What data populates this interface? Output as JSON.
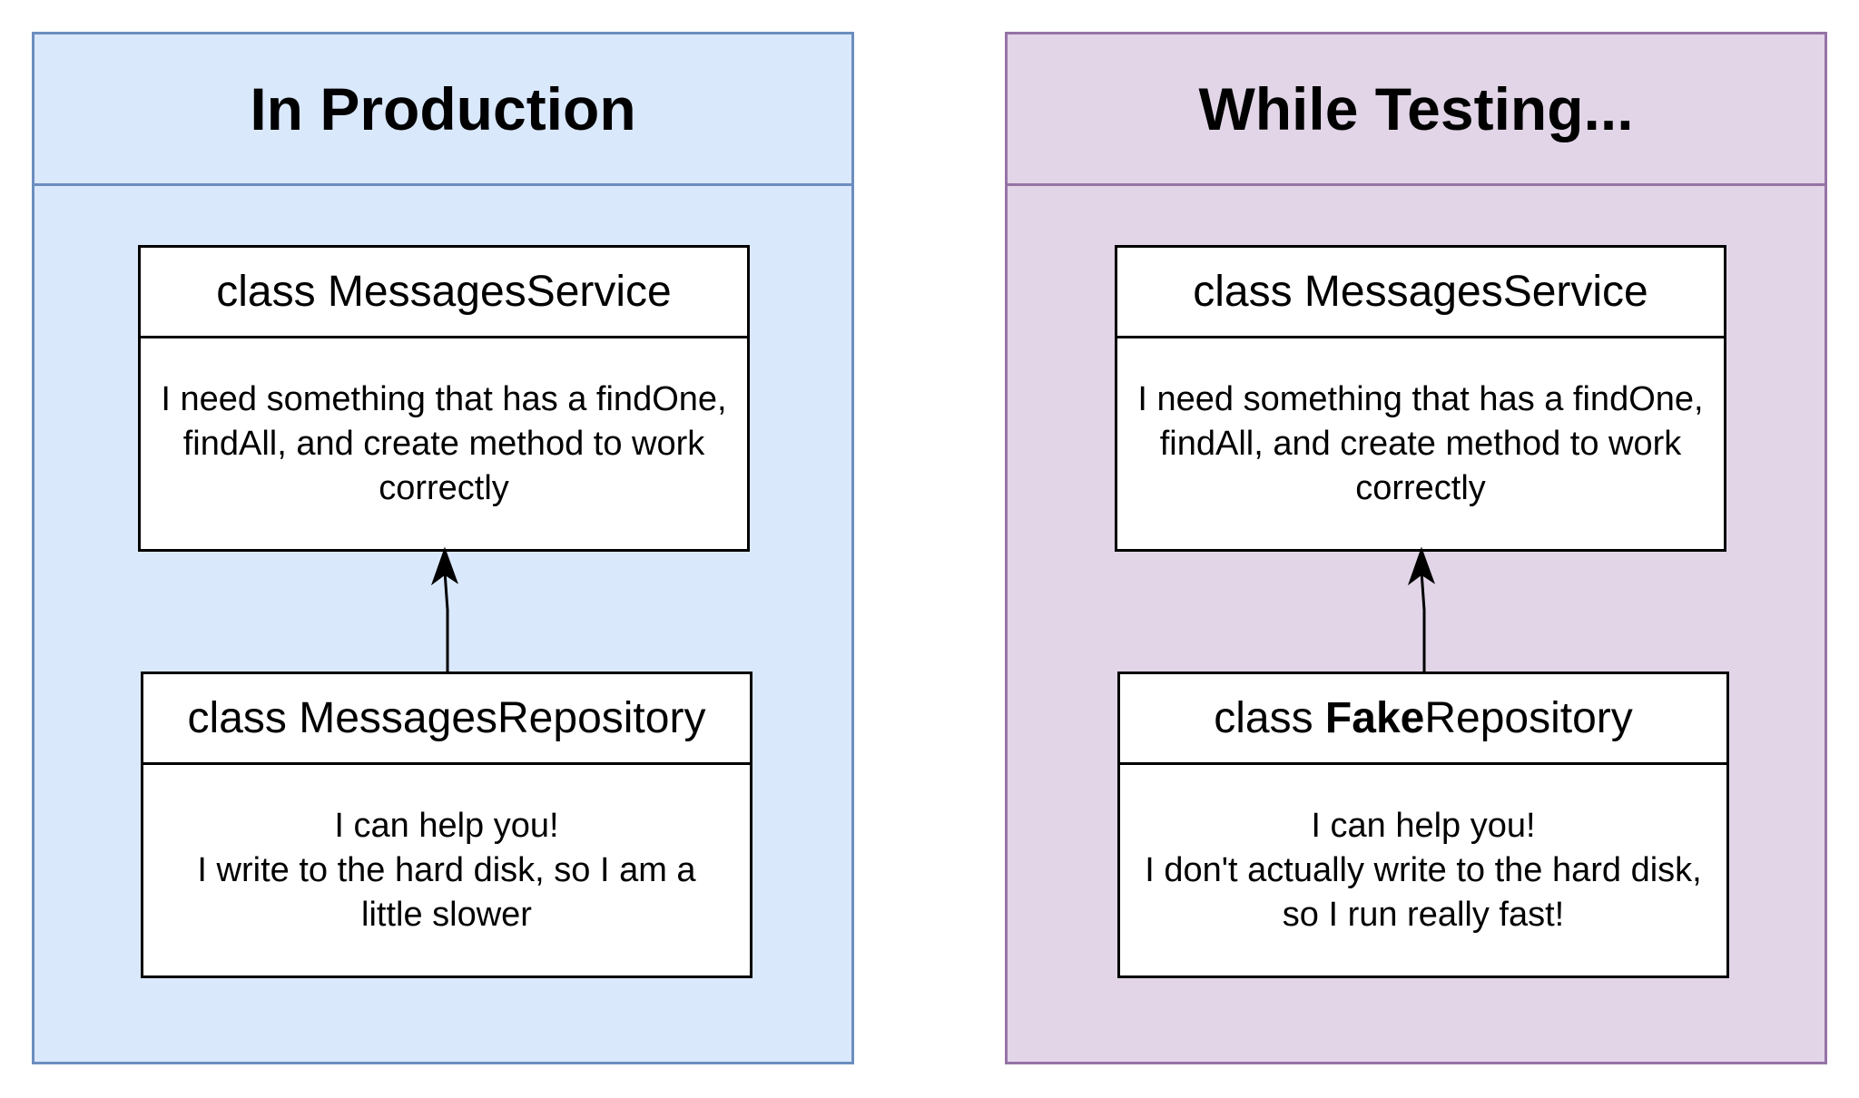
{
  "panels": {
    "production": {
      "title": "In Production",
      "service": {
        "title": "class MessagesService",
        "body_lines": [
          "I need something that has a findOne,",
          "findAll, and create method to work",
          "correctly"
        ]
      },
      "repository": {
        "title": "class MessagesRepository",
        "body_lines": [
          "I can help you!",
          "I write to the hard disk, so I am a",
          "little slower"
        ]
      }
    },
    "testing": {
      "title": "While Testing...",
      "service": {
        "title": "class MessagesService",
        "body_lines": [
          "I need something that has a findOne,",
          "findAll, and create method to work",
          "correctly"
        ]
      },
      "repository": {
        "title_prefix": "class ",
        "title_bold": "Fake",
        "title_suffix": "Repository",
        "body_lines": [
          "I can help you!",
          "I don't actually write to the hard disk,",
          "so I run really fast!"
        ]
      }
    }
  },
  "colors": {
    "production_fill": "#dae8fc",
    "production_stroke": "#6c8ebf",
    "testing_fill": "#e1d5e7",
    "testing_stroke": "#9673a6"
  }
}
